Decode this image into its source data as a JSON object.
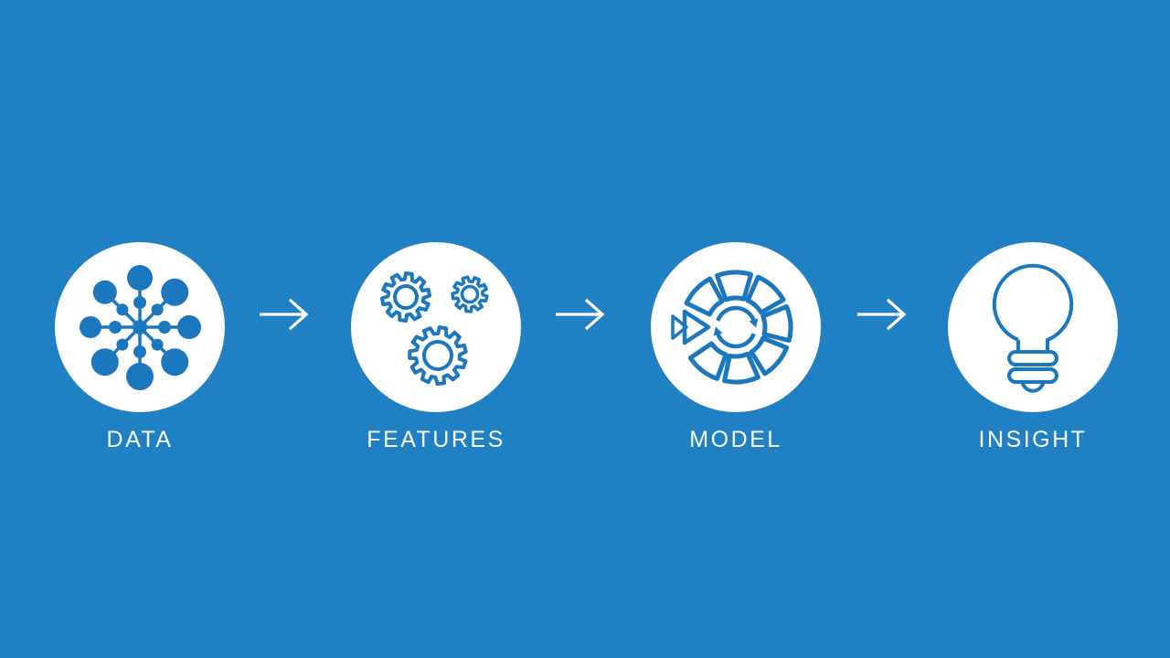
{
  "slide": {
    "background_color": "#1f80c3",
    "accent_color": "#1b78be",
    "stages": [
      {
        "label": "DATA",
        "icon": "data-network-icon"
      },
      {
        "label": "FEATURES",
        "icon": "gears-icon"
      },
      {
        "label": "MODEL",
        "icon": "model-cycle-icon"
      },
      {
        "label": "INSIGHT",
        "icon": "lightbulb-icon"
      }
    ],
    "connector": "right-arrow"
  }
}
